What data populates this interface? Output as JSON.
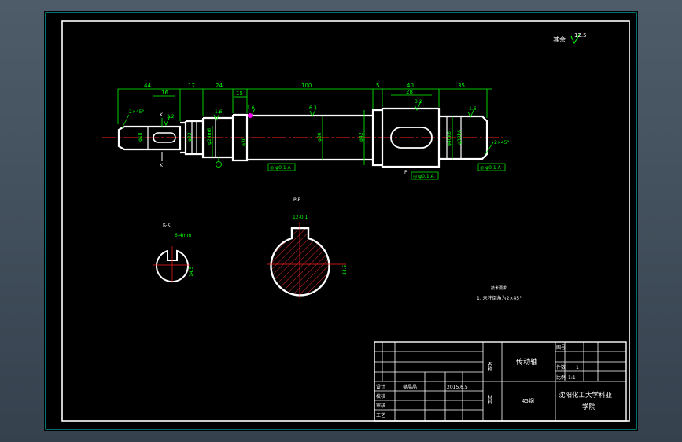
{
  "colors": {
    "frame": "#00e5e5",
    "outline": "#ffffff",
    "dimension": "#00ff00",
    "center": "#ff2020",
    "hatch": "#ff3030",
    "accent": "#ff00ff",
    "table": "#ffffff"
  },
  "roughness": {
    "label": "其余",
    "value": "12.5"
  },
  "main_view": {
    "dims_top": [
      "44",
      "16",
      "17",
      "24",
      "15",
      "100",
      "5",
      "40",
      "28",
      "35"
    ],
    "chamfer_left": "2×45°",
    "chamfer_right": "2×45°",
    "roughness": [
      "3.2",
      "1.6",
      "1.6",
      "6.3",
      "3.2",
      "1.6"
    ],
    "diameters": [
      "φ18",
      "φ22",
      "φ24m6",
      "φ30",
      "φ30",
      "φ42",
      "φ40k6",
      "φ30k6"
    ],
    "section_marks": [
      "K",
      "K",
      "P"
    ],
    "tolerance_frames": [
      "◎ φ0.1 A",
      "◎ φ0.1 A",
      "◎ φ0.1 A"
    ]
  },
  "section_kk": {
    "title": "K-K",
    "width": "6-4mm",
    "depth": "14.5"
  },
  "section_pp": {
    "title": "P-P",
    "width": "12-0.1",
    "depth": "34.5"
  },
  "notes": {
    "title": "技术要求",
    "line1": "1. 未注倒角为2×45°"
  },
  "title_block": {
    "part_name": "传动轴",
    "material": "45钢",
    "school_line1": "沈阳化工大学科亚",
    "school_line2": "学院",
    "designer": "樊晶晶",
    "date": "2015.6.5",
    "scale": "1:1",
    "label_name": "名称",
    "label_material": "材料",
    "rows": [
      "设计",
      "校核",
      "审核",
      "工艺"
    ],
    "right_labels": [
      "图号",
      "件数",
      "比例"
    ],
    "right_values": [
      "",
      "1",
      "1:1"
    ]
  }
}
